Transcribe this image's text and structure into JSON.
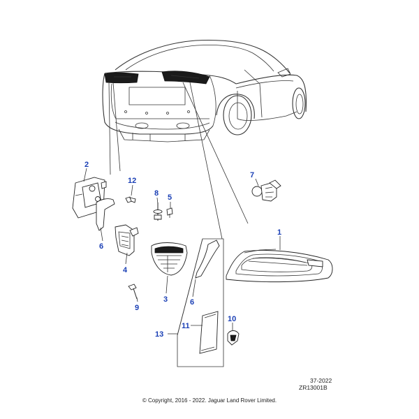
{
  "callouts": {
    "c1": "1",
    "c2": "2",
    "c3": "3",
    "c4": "4",
    "c5": "5",
    "c6a": "6",
    "c6b": "6",
    "c7": "7",
    "c8": "8",
    "c9": "9",
    "c10": "10",
    "c11": "11",
    "c12": "12",
    "c13": "13"
  },
  "meta": {
    "code_line1": "37-2022",
    "code_line2": "ZR13001B",
    "copyright": "© Copyright, 2016 - 2022. Jaguar Land Rover Limited."
  },
  "colors": {
    "callout": "#1a3fb5",
    "line": "#333333",
    "lamp": "#1b1b1b"
  }
}
